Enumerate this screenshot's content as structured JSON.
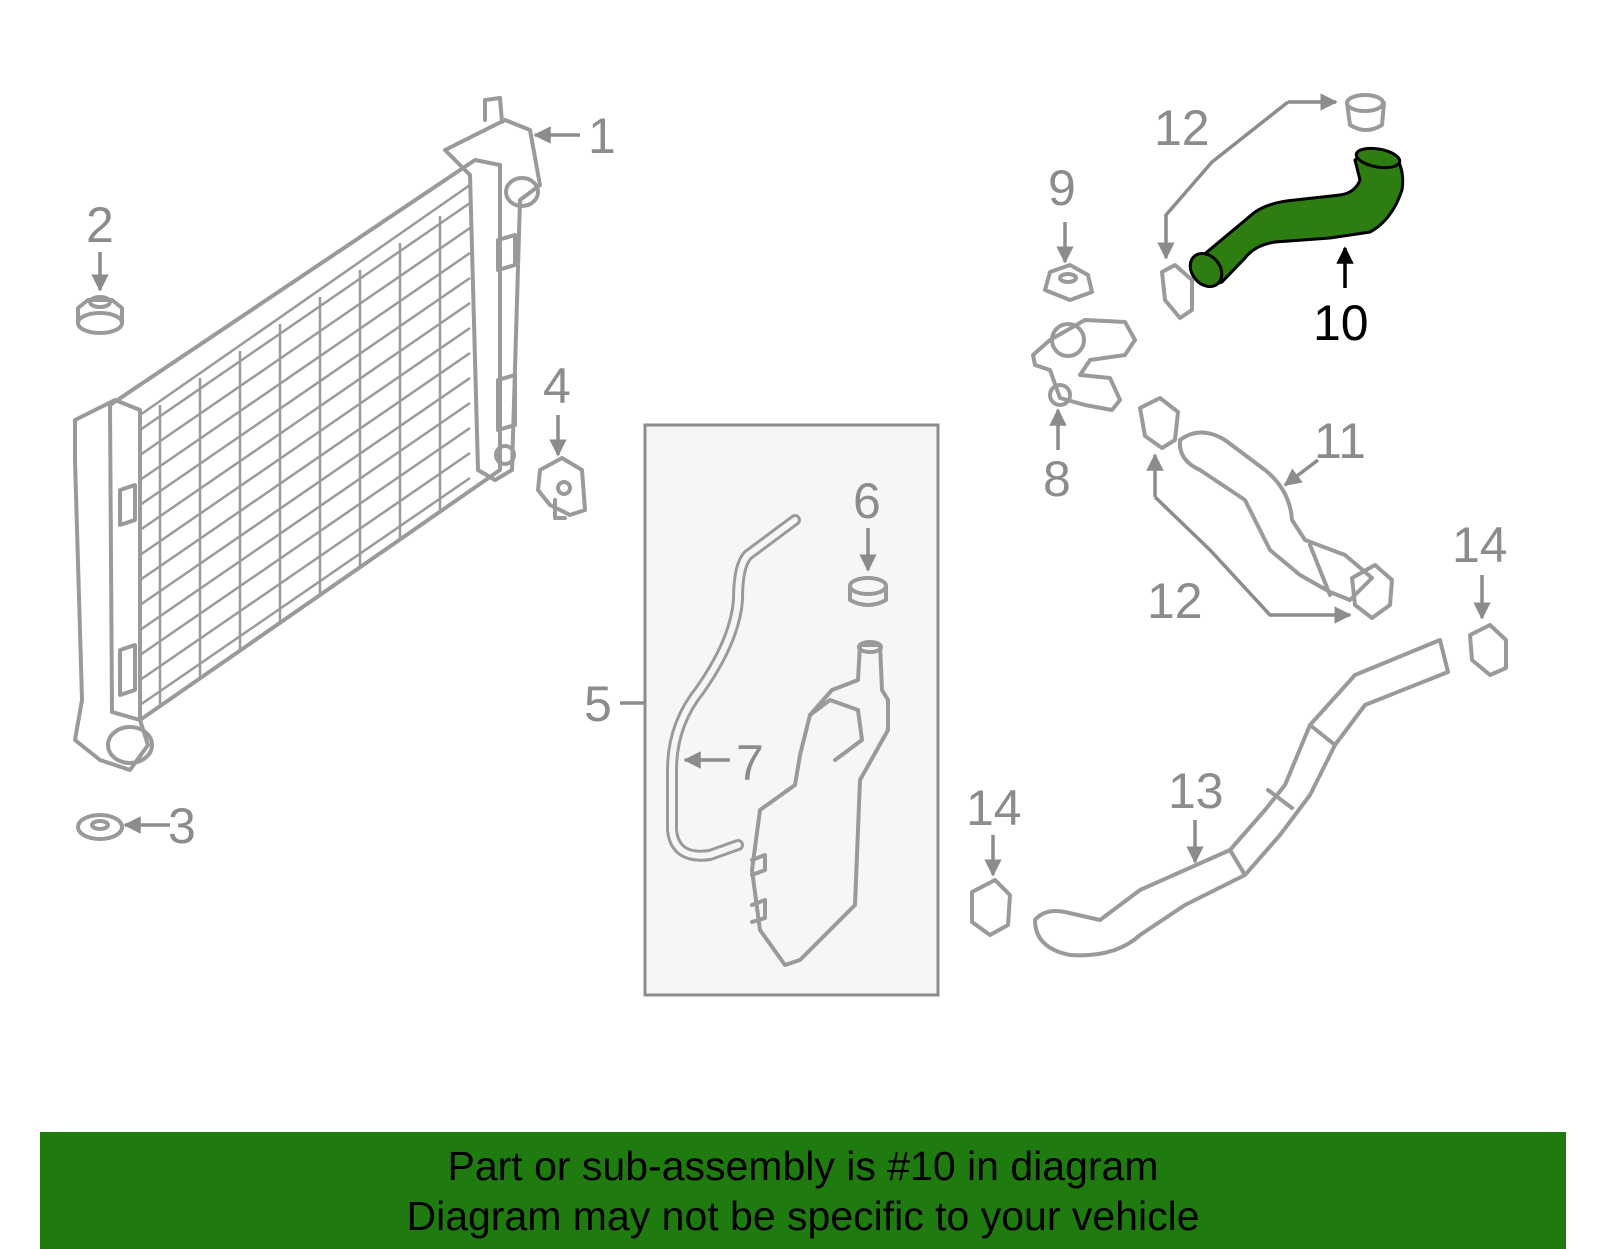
{
  "callouts": {
    "c1": "1",
    "c2": "2",
    "c3": "3",
    "c4": "4",
    "c5": "5",
    "c6": "6",
    "c7": "7",
    "c8": "8",
    "c9": "9",
    "c10": "10",
    "c11": "11",
    "c12a": "12",
    "c12b": "12",
    "c13": "13",
    "c14a": "14",
    "c14b": "14"
  },
  "highlighted_part": "10",
  "colors": {
    "highlight_fill": "#2e7d10",
    "banner_background": "#1f7a0f",
    "part_stroke": "#9a9a9a"
  },
  "banner": {
    "line1": "Part or sub-assembly is #10 in diagram",
    "line2": "Diagram may not be specific to your vehicle"
  }
}
